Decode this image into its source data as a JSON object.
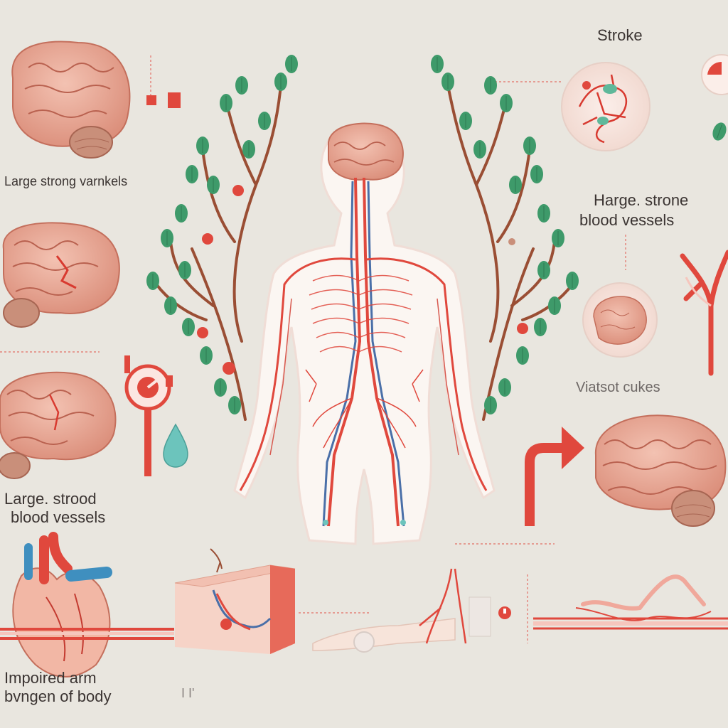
{
  "labels": {
    "stroke": "Stroke",
    "left_top": "Large strong varnkels",
    "right_mid_1": "Harge. strone",
    "right_mid_2": "blood vessels",
    "right_caption": "Viatsot cukes",
    "left_mid_1": "Large. strood",
    "left_mid_2": "blood vessels",
    "bottom_left_1": "Impoired arm",
    "bottom_left_2": "bvngen of body",
    "bottom_small": "I I'"
  },
  "colors": {
    "background": "#e9e6df",
    "vessel_red": "#e0483d",
    "vein_blue": "#4a6fa8",
    "leaf_green": "#3e9a6a",
    "branch_brown": "#9a4e34",
    "brain_pink": "#e7a592",
    "heart_blue": "#3f8fbf"
  },
  "icons": [
    "brain-icon",
    "tree-icon",
    "human-body-icon",
    "heart-icon",
    "skin-cross-section-icon",
    "arrow-icon",
    "water-drop-icon",
    "gauge-icon",
    "artery-icon",
    "reclining-figure-icon"
  ]
}
